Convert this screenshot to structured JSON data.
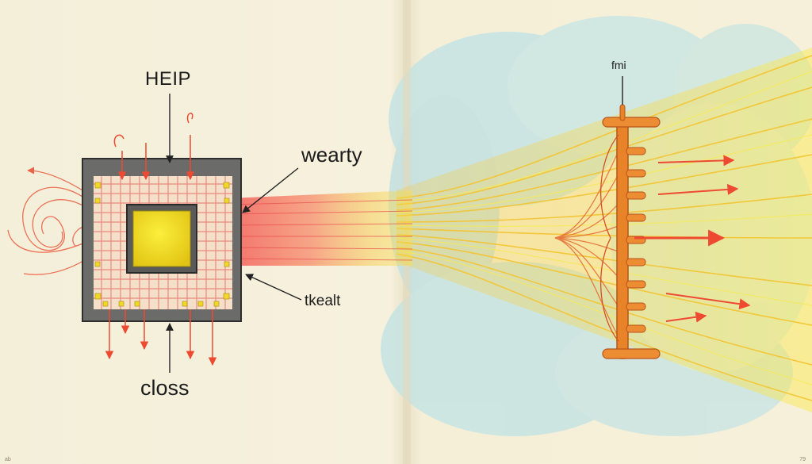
{
  "diagram": {
    "labels": {
      "top": "HEIP",
      "right": "wearty",
      "lower_right": "tkealt",
      "bottom": "closs",
      "right_page_top": "fmi"
    },
    "page_numbers": {
      "left": "ab",
      "right": "79"
    },
    "colors": {
      "paper": "#f4efd9",
      "chip_frame": "#6b6b69",
      "chip_core": "#f2e21c",
      "beam_red": "#f25a4e",
      "beam_yellow": "#f8e23a",
      "manifold": "#e8832a",
      "sky": "#bfe0e3"
    }
  }
}
